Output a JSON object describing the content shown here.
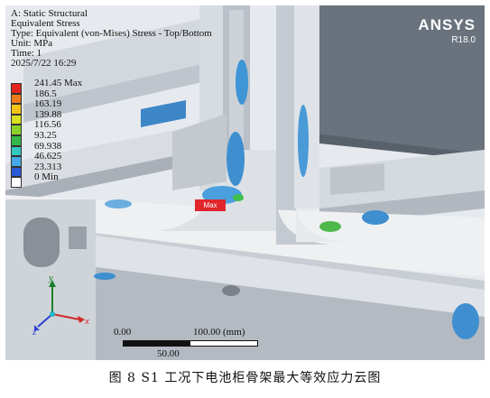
{
  "header": {
    "analysis": "A: Static Structural",
    "result": "Equivalent Stress",
    "type": "Type: Equivalent (von-Mises) Stress - Top/Bottom",
    "unit": "Unit: MPa",
    "time": "Time: 1",
    "date": "2025/7/22 16:29"
  },
  "brand": {
    "logo": "ANSYS",
    "version": "R18.0"
  },
  "legend": {
    "items": [
      {
        "label": "241.45 Max",
        "color": "#e3231e"
      },
      {
        "label": "186.5",
        "color": "#f07a1a"
      },
      {
        "label": "163.19",
        "color": "#f2c315"
      },
      {
        "label": "139.88",
        "color": "#d8e020"
      },
      {
        "label": "116.56",
        "color": "#8cd12a"
      },
      {
        "label": "93.25",
        "color": "#35b84a"
      },
      {
        "label": "69.938",
        "color": "#35c7c1"
      },
      {
        "label": "46.625",
        "color": "#45a8e8"
      },
      {
        "label": "23.313",
        "color": "#2b5bd6"
      },
      {
        "label": "0 Min",
        "color": "#ffffff"
      }
    ]
  },
  "max_marker": "Max",
  "triad": {
    "y": "y",
    "z": "z",
    "x": "x"
  },
  "scale_bar": {
    "left": "0.00",
    "right": "100.00 (mm)",
    "mid": "50.00"
  },
  "caption": "图 8   S1 工况下电池柜骨架最大等效应力云图"
}
